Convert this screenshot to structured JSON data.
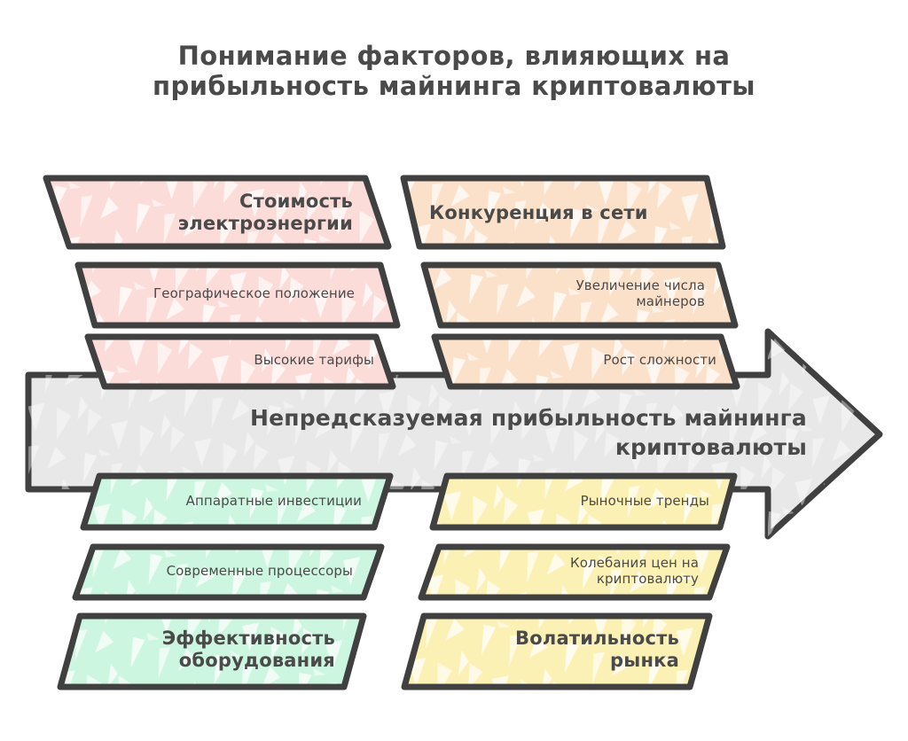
{
  "title": {
    "line1": "Понимание факторов, влияющих на",
    "line2": "прибыльность майнинга криптовалюты"
  },
  "spine": {
    "text": "Непредсказуемая прибыльность майнинга\nкриптовалюты",
    "fill": "#e8e8e8",
    "stroke": "#404040"
  },
  "colors": {
    "pink": "#fbdcd9",
    "orange": "#fce1ca",
    "green": "#cdf6e0",
    "yellow": "#fcf1b5",
    "gray": "#e8e8e8",
    "outline": "#404040",
    "text": "#4a4a4a",
    "background": "#ffffff"
  },
  "branches": [
    {
      "id": "electricity-cost",
      "position": "top-left",
      "color": "#fbdcd9",
      "nodes": [
        {
          "label": "Стоимость\nэлектроэнергии",
          "emphasis": "bold"
        },
        {
          "label": "Географическое положение",
          "emphasis": "normal"
        },
        {
          "label": "Высокие тарифы",
          "emphasis": "normal"
        }
      ]
    },
    {
      "id": "network-competition",
      "position": "top-right",
      "color": "#fce1ca",
      "nodes": [
        {
          "label": "Конкуренция в сети",
          "emphasis": "bold"
        },
        {
          "label": "Увеличение числа\nмайнеров",
          "emphasis": "normal"
        },
        {
          "label": "Рост сложности",
          "emphasis": "normal"
        }
      ]
    },
    {
      "id": "equipment-efficiency",
      "position": "bottom-left",
      "color": "#cdf6e0",
      "nodes": [
        {
          "label": "Аппаратные инвестиции",
          "emphasis": "normal"
        },
        {
          "label": "Современные процессоры",
          "emphasis": "normal"
        },
        {
          "label": "Эффективность\nоборудования",
          "emphasis": "bold"
        }
      ]
    },
    {
      "id": "market-volatility",
      "position": "bottom-right",
      "color": "#fcf1b5",
      "nodes": [
        {
          "label": "Рыночные тренды",
          "emphasis": "normal"
        },
        {
          "label": "Колебания цен на\nкриптовалюту",
          "emphasis": "normal"
        },
        {
          "label": "Волатильность\nрынка",
          "emphasis": "bold"
        }
      ]
    }
  ]
}
